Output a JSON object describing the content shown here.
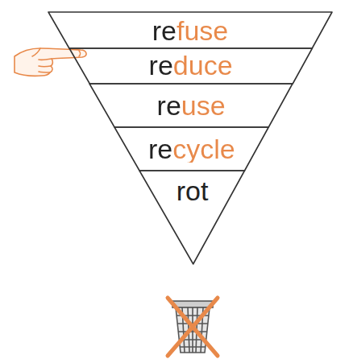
{
  "diagram": {
    "nodes": [
      {
        "text": [
          "refuse"
        ]
      },
      {
        "text": [
          "reduce"
        ]
      },
      {
        "text": [
          "reuse"
        ]
      },
      {
        "text": [
          "recycle"
        ]
      },
      {
        "text": [
          "rot"
        ]
      }
    ]
  }
}
